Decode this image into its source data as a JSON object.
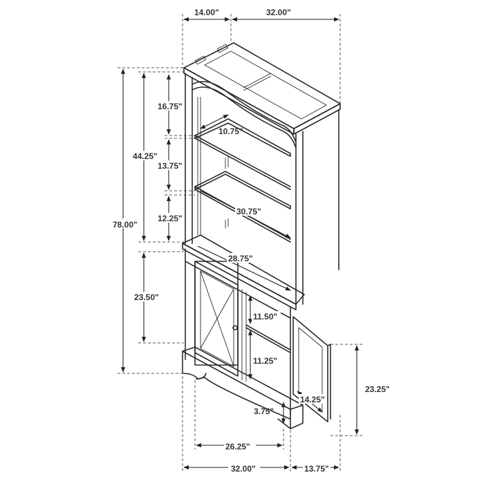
{
  "dimensions": {
    "top_depth": "14.00\"",
    "top_width": "32.00\"",
    "total_height": "78.00\"",
    "hutch_height": "44.25\"",
    "upper_shelf_gap": "16.75\"",
    "middle_shelf_gap": "13.75\"",
    "lower_shelf_gap": "12.25\"",
    "arch_depth": "10.75\"",
    "shelf_width": "30.75\"",
    "counter_width": "28.75\"",
    "cabinet_height": "23.50\"",
    "cabinet_upper_gap": "11.50\"",
    "cabinet_lower_gap": "11.25\"",
    "door_height": "23.25\"",
    "door_width": "14.25\"",
    "base_clearance": "3.75\"",
    "base_opening_width": "26.25\"",
    "bottom_width": "32.00\"",
    "bottom_depth": "13.75\""
  }
}
